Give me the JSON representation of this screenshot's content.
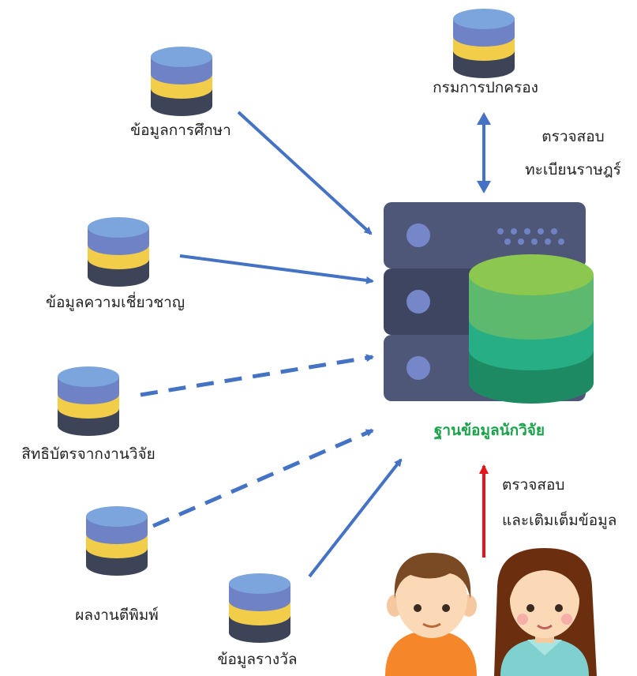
{
  "sources": {
    "education": "ข้อมูลการศึกษา",
    "expertise": "ข้อมูลความเชี่ยวชาญ",
    "patents": "สิทธิบัตรจากงานวิจัย",
    "publications": "ผลงานตีพิมพ์",
    "awards": "ข้อมูลรางวัล"
  },
  "registry": {
    "name": "กรมการปกครอง",
    "check_line1": "ตรวจสอบ",
    "check_line2": "ทะเบียนราษฎร์"
  },
  "center": {
    "title": "ฐานข้อมูลนักวิจัย"
  },
  "users": {
    "verify_line1": "ตรวจสอบ",
    "verify_line2": "และเติมเต็มข้อมูล"
  },
  "colors": {
    "db_top": "#7ba5dc",
    "db_blue": "#6f82c6",
    "db_yellow": "#f2cd4a",
    "db_dark": "#3d4457",
    "server": "#4e5778",
    "arrow_blue": "#4472c4",
    "arrow_red": "#e8141b",
    "green_title": "#1aa34a"
  }
}
